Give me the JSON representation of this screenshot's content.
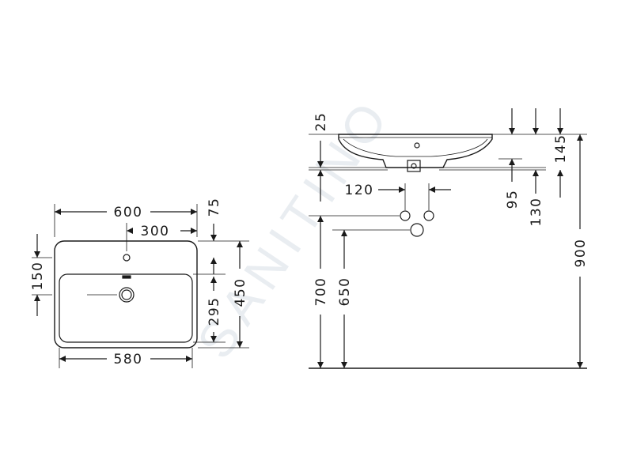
{
  "watermark": "SANITINO",
  "top_view": {
    "width_overall": "600",
    "tap_offset": "300",
    "depth_offset_top": "75",
    "front_depth": "150",
    "bowl_depth": "295",
    "depth_overall": "450",
    "width_bottom": "580"
  },
  "side_view": {
    "rim_thickness": "25",
    "outlet_spacing": "120",
    "drain_height": "700",
    "waste_height": "650",
    "rim_height": "900",
    "basin_height": "145",
    "outlet_depth_a": "95",
    "outlet_depth_b": "130"
  }
}
